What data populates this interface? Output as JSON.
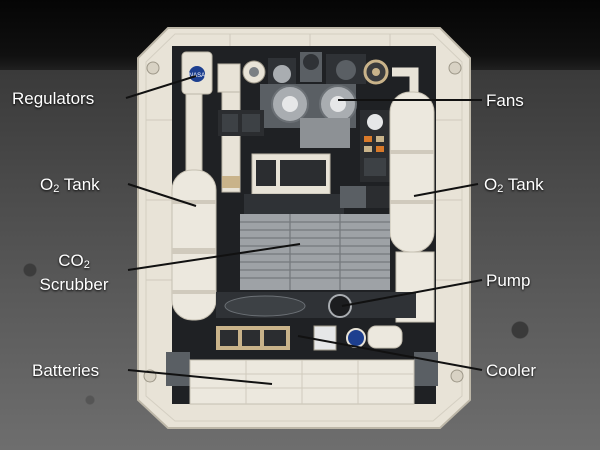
{
  "labels": {
    "regulators": "Regulators",
    "o2_tank_left_main": "O",
    "o2_tank_left_sub": "2",
    "o2_tank_left_rest": " Tank",
    "co2_main": "CO",
    "co2_sub": "2",
    "co2_line2": "Scrubber",
    "batteries": "Batteries",
    "fans": "Fans",
    "o2_tank_right_main": "O",
    "o2_tank_right_sub": "2",
    "o2_tank_right_rest": " Tank",
    "pump": "Pump",
    "cooler": "Cooler"
  },
  "badges": {
    "nasa_text": "NASA"
  },
  "colors": {
    "frame": "#e8e3d7",
    "frame_shadow": "#bdb7a8",
    "dark_gray": "#5a5f64",
    "light_gray": "#a9adb1",
    "tan": "#c9b38a",
    "nasa_blue": "#1d3f8f",
    "text": "#ffffff",
    "leader": "#111111"
  }
}
